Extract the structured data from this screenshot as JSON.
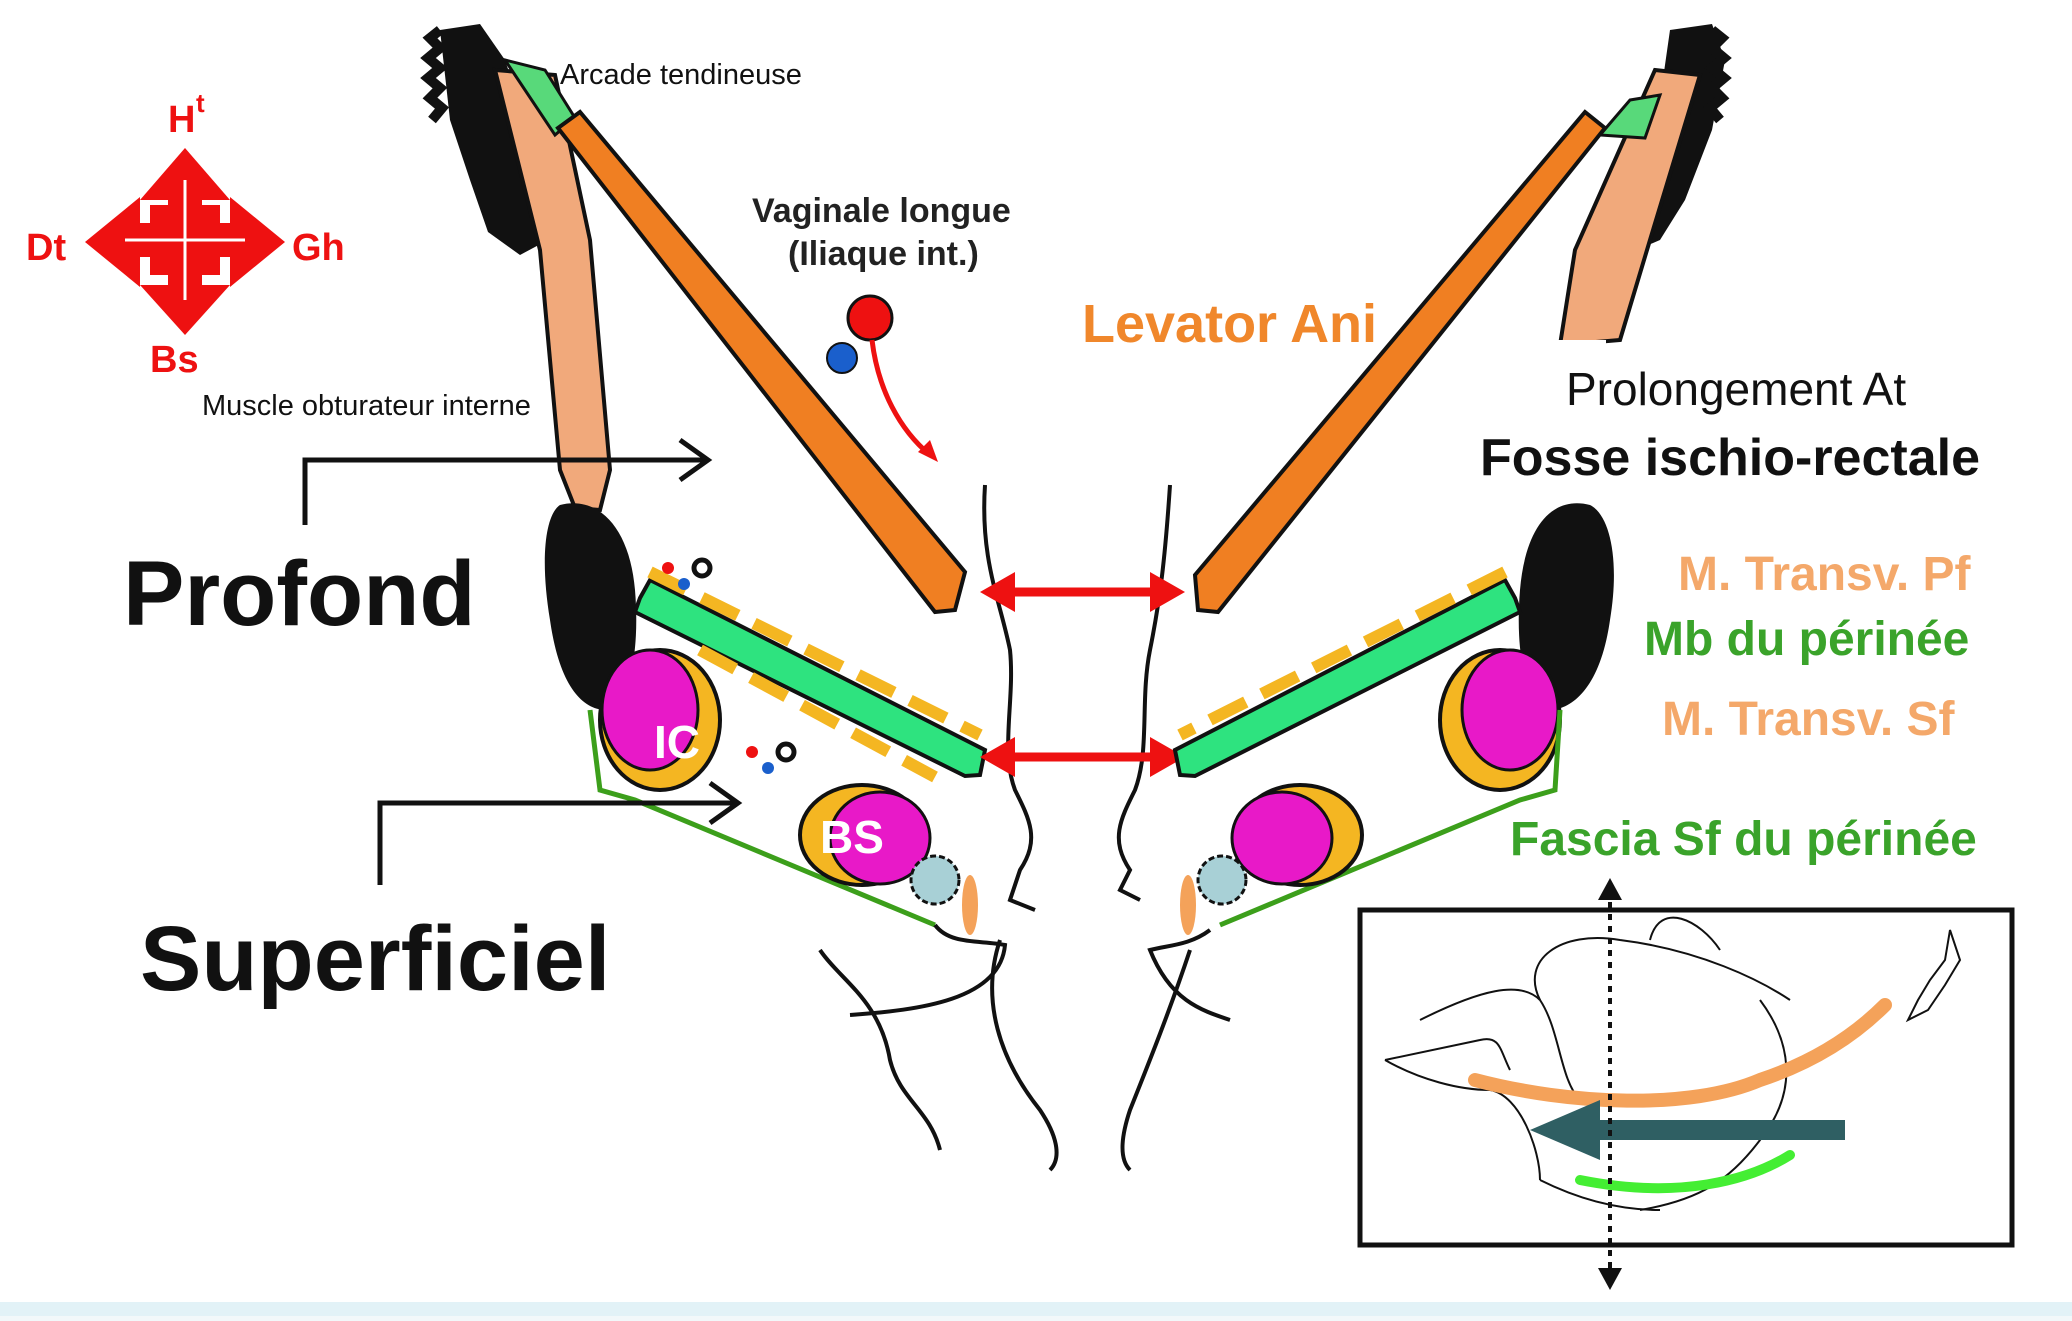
{
  "colors": {
    "background": "#ffffff",
    "frame": "#f2f8fa",
    "levator": "#f07f22",
    "obturator": "#f1a97b",
    "membrane": "#2ee37f",
    "transverse_dash": "#f4b622",
    "fascia": "#3c9f1b",
    "erectile": "#e819c8",
    "erectile_ring": "#f4b622",
    "bone": "#111111",
    "direction": "#ee1111",
    "artery": "#ee1111",
    "vein": "#1a5fcc",
    "inset_green": "#44ee33",
    "inset_arrow": "#2f5f63"
  },
  "directions": {
    "up": "H",
    "up_sup": "t",
    "left": "Dt",
    "right": "Gh",
    "down": "Bs"
  },
  "labels": {
    "arcade": "Arcade  tendineuse",
    "vaginale_1": "Vaginale longue",
    "vaginale_2": "(Iliaque int.)",
    "levator": "Levator Ani",
    "obturateur": "Muscle  obturateur  interne",
    "prolongement": "Prolongement At",
    "fosse": "Fosse ischio-rectale",
    "profond": "Profond",
    "superficiel": "Superficiel",
    "transv_pf": "M. Transv. Pf",
    "mb_perinee": "Mb du périnée",
    "transv_sf": "M. Transv. Sf",
    "fascia_sf": "Fascia Sf du périnée",
    "ic": "IC",
    "bs": "BS"
  },
  "icons": {
    "compass": "four-way-arrow-icon",
    "red_double_arrow": "double-arrow-icon",
    "dotted_axis": "vertical-double-arrow-icon"
  }
}
